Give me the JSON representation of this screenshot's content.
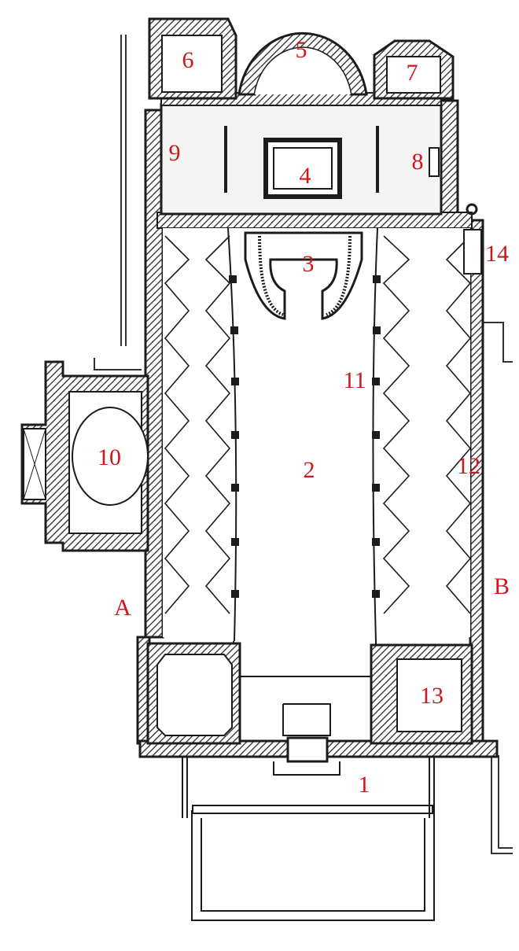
{
  "colors": {
    "wall": "#1c1c1c",
    "hatch": "#2a2a2a",
    "label": "#d0161b",
    "paper": "#ffffff"
  },
  "labels": {
    "l1": "1",
    "l2": "2",
    "l3": "3",
    "l4": "4",
    "l5": "5",
    "l6": "6",
    "l7": "7",
    "l8": "8",
    "l9": "9",
    "l10": "10",
    "l11": "11",
    "l12": "12",
    "l13": "13",
    "l14": "14",
    "lA": "A",
    "lB": "B"
  }
}
